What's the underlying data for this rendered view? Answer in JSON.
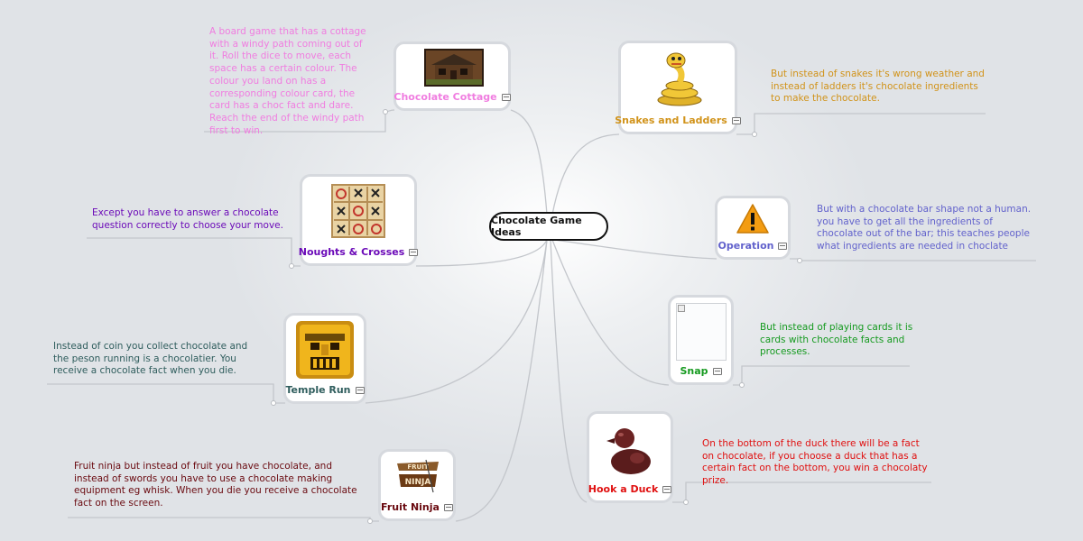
{
  "center": {
    "title": "Chocolate Game Ideas"
  },
  "nodes": [
    {
      "label": "Chocolate Cottage",
      "color": "#f07de0",
      "icon": "cottage-image",
      "note": "A board game that has a cottage with a windy path coming out of it. Roll the dice to move, each space has a certain colour. The colour you land on has a corresponding colour card, the card has a choc fact and dare. Reach the end of the windy path first to win."
    },
    {
      "label": "Noughts & Crosses",
      "color": "#6b0ab8",
      "icon": "noughts-crosses-image",
      "note": "Except you have to answer a chocolate question correctly to choose your move."
    },
    {
      "label": "Temple Run",
      "color": "#2f5d5d",
      "icon": "temple-run-image",
      "note": "Instead of coin you collect chocolate and the peson running is a chocolatier. You receive a chocolate fact  when you die."
    },
    {
      "label": "Fruit Ninja",
      "color": "#6a0a10",
      "icon": "fruit-ninja-image",
      "note": "Fruit ninja but instead of fruit you have chocolate, and instead of swords you have to use a chocolate making equipment eg whisk. When you die you receive a chocolate fact on the screen."
    },
    {
      "label": "Snakes and Ladders",
      "color": "#d1931a",
      "icon": "snake-image",
      "note": "But instead of snakes it's wrong weather and instead of ladders it's chocolate ingredients to make the chocolate."
    },
    {
      "label": "Operation",
      "color": "#6262cc",
      "icon": "warning-image",
      "note": "But with a chocolate bar shape not a human. you have to get all the ingredients of chocolate out of the bar; this teaches people what ingredients are needed in choclate"
    },
    {
      "label": "Snap",
      "color": "#159a1f",
      "icon": "broken-image",
      "note": "But instead of playing cards it is cards with chocolate facts and processes."
    },
    {
      "label": "Hook a Duck",
      "color": "#e01010",
      "icon": "chocolate-duck-image",
      "note": "On the bottom of the duck there will be a fact on chocolate, if you choose a duck that has a certain fact on the bottom, you win a chocolaty prize."
    }
  ]
}
